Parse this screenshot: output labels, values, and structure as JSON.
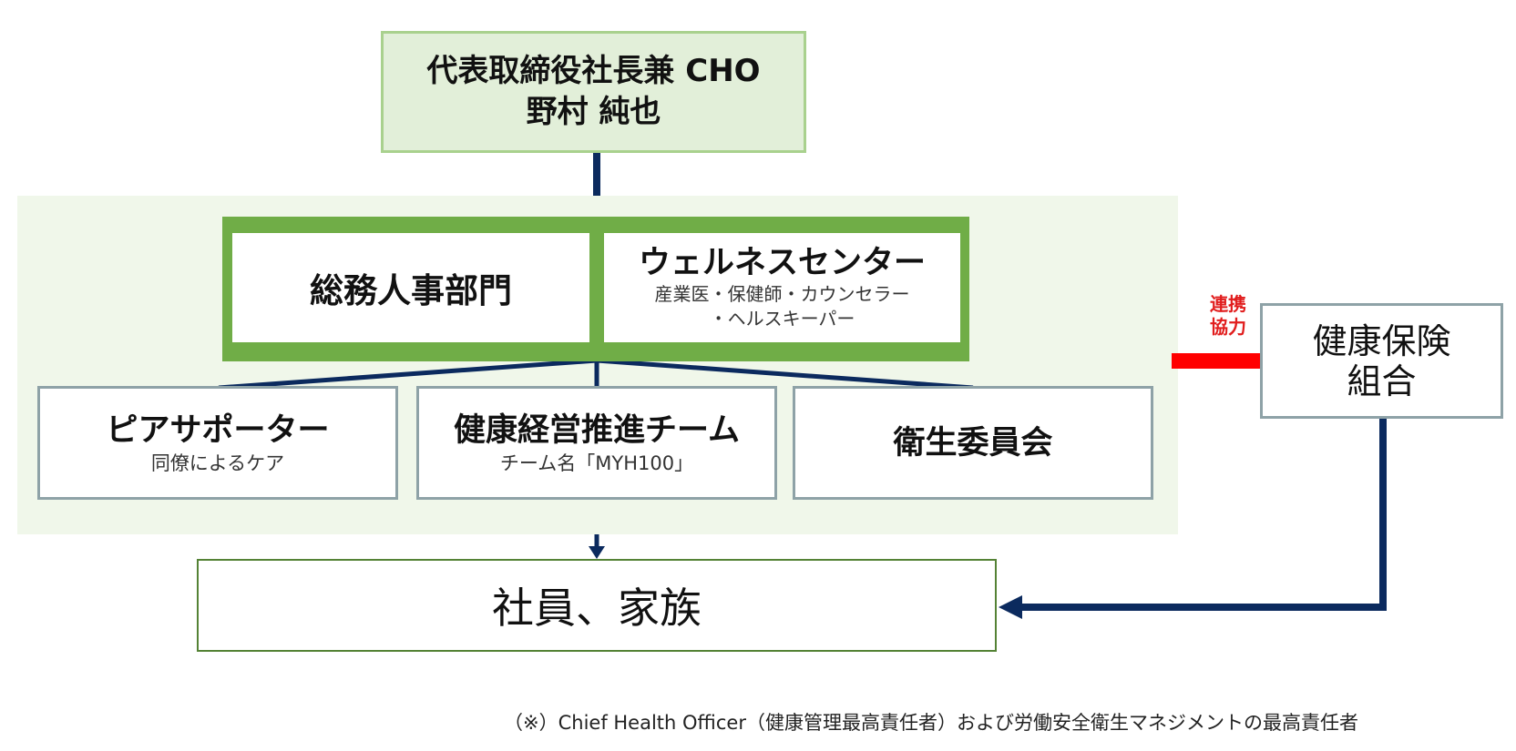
{
  "ceo": {
    "line1": "代表取締役社長兼 CHO",
    "line2": "野村 純也"
  },
  "departments": {
    "general_affairs": "総務人事部門",
    "wellness_center": {
      "title": "ウェルネスセンター",
      "sub1": "産業医・保健師・カウンセラー",
      "sub2": "・ヘルスキーパー"
    }
  },
  "teams": [
    {
      "title": "ピアサポーター",
      "sub": "同僚によるケア"
    },
    {
      "title": "健康経営推進チーム",
      "sub": "チーム名「MYH100」"
    },
    {
      "title": "衛生委員会",
      "sub": ""
    }
  ],
  "employees": "社員、家族",
  "insurer": {
    "line1": "健康保険",
    "line2": "組合"
  },
  "collaboration": {
    "line1": "連携",
    "line2": "協力"
  },
  "footnote": "（※）Chief Health Officer（健康管理最高責任者）および労働安全衛生マネジメントの最高責任者",
  "colors": {
    "connector": "#0b2a5e",
    "collab_bar": "#ff0000",
    "dept_frame": "#70ad47",
    "ceo_fill": "#e2efd9",
    "group_fill": "#f0f7ea"
  }
}
